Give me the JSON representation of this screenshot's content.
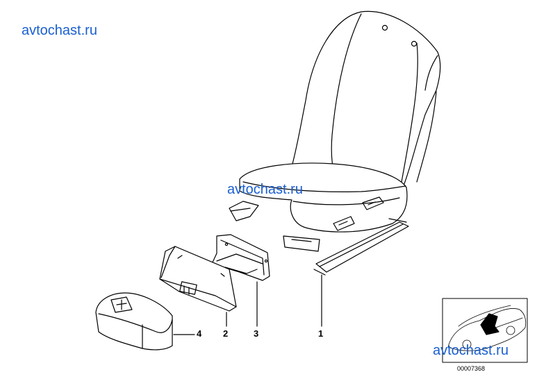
{
  "watermarks": [
    "avtochast.ru",
    "avtochast.ru",
    "avtochast.ru"
  ],
  "callouts": {
    "seat": "1",
    "cover": "2",
    "bracket": "3",
    "first_aid_kit": "4"
  },
  "inset": {
    "diagram_id": "00007368"
  },
  "colors": {
    "line": "#000000",
    "watermark": "#1a5fd0",
    "background": "#ffffff"
  }
}
